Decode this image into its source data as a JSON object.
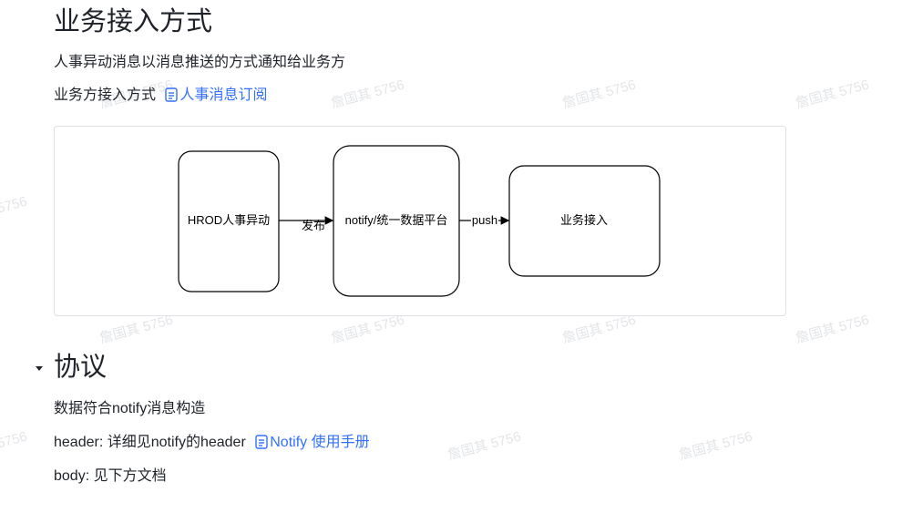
{
  "section1": {
    "title": "业务接入方式",
    "line1": "人事异动消息以消息推送的方式通知给业务方",
    "line2_prefix": "业务方接入方式",
    "line2_link": "人事消息订阅"
  },
  "diagram": {
    "nodes": [
      {
        "label": "HROD人事异动"
      },
      {
        "label": "notify/统一数据平台"
      },
      {
        "label": "业务接入"
      }
    ],
    "edges": [
      {
        "label": "发布"
      },
      {
        "label": "push"
      }
    ]
  },
  "section2": {
    "title": "协议",
    "line1": "数据符合notify消息构造",
    "line2_prefix": "header: 详细见notify的header",
    "line2_link": "Notify 使用手册",
    "line3": "body: 见下方文档"
  },
  "watermark": "詹国其 5756",
  "icons": {
    "doc_link": "document-icon",
    "collapse": "caret-down-icon"
  },
  "colors": {
    "link": "#3370ff",
    "text": "#1f2329",
    "watermark": "#e3e5e8"
  }
}
